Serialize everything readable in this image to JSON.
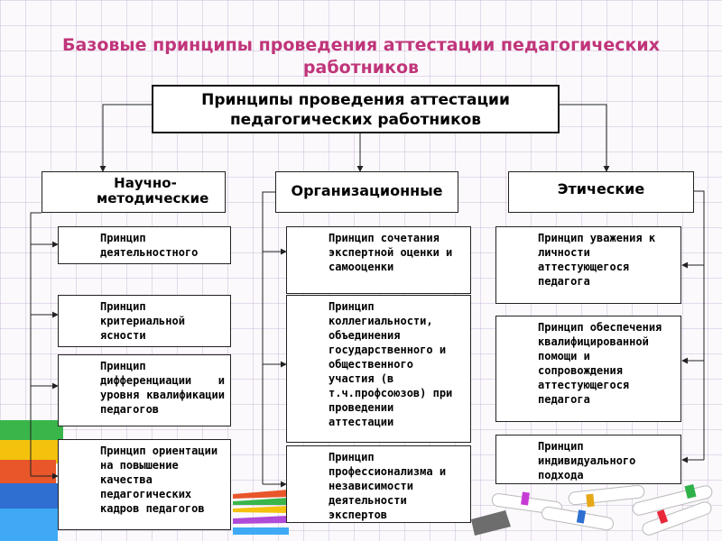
{
  "title": "Базовые принципы проведения аттестации педагогических работников",
  "root": "Принципы проведения аттестации педагогических работников",
  "columns": [
    {
      "label": "Научно-методические",
      "items": [
        "Принцип деятельностного подхода",
        "Принцип критериальной ясности",
        "Принцип дифференциации и уровня квалификации педагогов",
        "Принцип ориентации на повышение качества педагогических кадров педагогов"
      ]
    },
    {
      "label": "Организационные",
      "items": [
        "Принцип сочетания экспертной оценки и самооценки",
        "Принцип коллегиальности, объединения государственного и общественного участия (в т.ч.профсоюзов) при проведении аттестации",
        "Принцип профессионализма и независимости деятельности экспертов"
      ]
    },
    {
      "label": "Этические",
      "items": [
        "Принцип уважения к личности аттестующегося педагога",
        "Принцип обеспечения квалифицированной помощи и сопровождения аттестующегося педагога",
        "Принцип индивидуального подхода"
      ]
    }
  ],
  "colors": {
    "title": "#c0357a",
    "lines": "#222222",
    "grid": "#baa0c8"
  }
}
